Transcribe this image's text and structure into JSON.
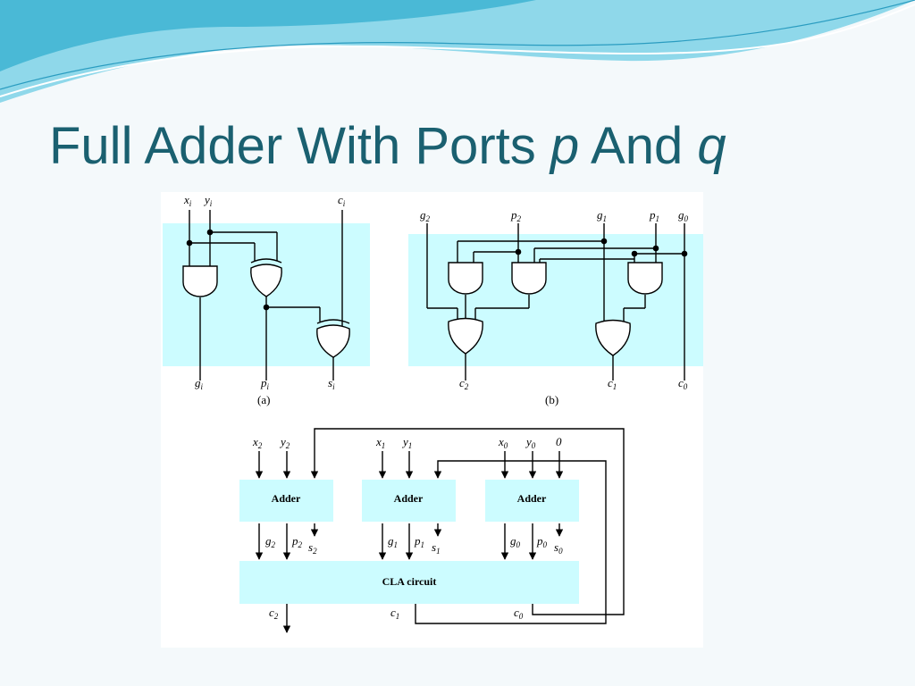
{
  "slide": {
    "title_prefix": "Full Adder With Ports ",
    "title_var1": "p",
    "title_mid": " And ",
    "title_var2": "q"
  },
  "colors": {
    "title": "#1a6070",
    "panel": "#ccfcff",
    "wave": "#3aaecd",
    "line": "#000000"
  },
  "diagram_a": {
    "inputs": [
      "x",
      "y",
      "c"
    ],
    "input_sub": [
      "i",
      "i",
      "i"
    ],
    "outputs": [
      "g",
      "p",
      "s"
    ],
    "output_sub": [
      "i",
      "i",
      "i"
    ],
    "caption": "(a)"
  },
  "diagram_b": {
    "inputs": [
      "g",
      "p",
      "g",
      "p",
      "g"
    ],
    "input_sub": [
      "2",
      "2",
      "1",
      "1",
      "0"
    ],
    "outputs": [
      "c",
      "c",
      "c"
    ],
    "output_sub": [
      "2",
      "1",
      "0"
    ],
    "caption": "(b)"
  },
  "diagram_c": {
    "adder_label": "Adder",
    "cla_label": "CLA circuit",
    "inputs": [
      "x",
      "y",
      "x",
      "y",
      "x",
      "y",
      "0"
    ],
    "input_sub": [
      "2",
      "2",
      "1",
      "1",
      "0",
      "0",
      ""
    ],
    "adder_outputs": [
      "g",
      "p",
      "s",
      "g",
      "p",
      "s",
      "g",
      "p",
      "s"
    ],
    "adder_output_sub": [
      "2",
      "2",
      "2",
      "1",
      "1",
      "1",
      "0",
      "0",
      "0"
    ],
    "carries": [
      "c",
      "c",
      "c"
    ],
    "carry_sub": [
      "2",
      "1",
      "0"
    ]
  }
}
